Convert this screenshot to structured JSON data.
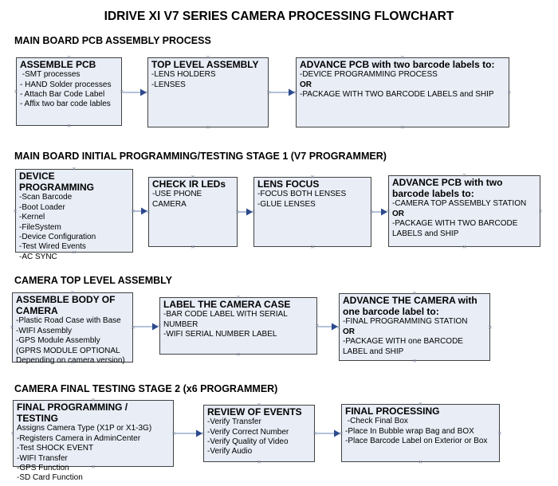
{
  "title": "IDRIVE XI V7 SERIES CAMERA PROCESSING FLOWCHART",
  "colors": {
    "box_fill": "#e8edf6",
    "box_border": "#424242",
    "arrow_line": "#9aadce",
    "arrow_head": "#2c4a8c",
    "connection_mark": "#7e889c"
  },
  "sections": [
    {
      "heading": "MAIN BOARD PCB ASSEMBLY PROCESS",
      "boxes": [
        {
          "title": "ASSEMBLE PCB",
          "lines": [
            " -SMT processes",
            "- HAND Solder processes",
            "- Attach Bar Code Label",
            "- Affix two bar code lables"
          ]
        },
        {
          "title": "TOP LEVEL ASSEMBLY",
          "lines": [
            "-LENS HOLDERS",
            "-LENSES"
          ]
        },
        {
          "title": "ADVANCE PCB with two barcode labels to:",
          "lines": [
            "-DEVICE PROGRAMMING PROCESS",
            "OR",
            "-PACKAGE WITH TWO BARCODE LABELS and SHIP"
          ]
        }
      ]
    },
    {
      "heading": "MAIN BOARD INITIAL PROGRAMMING/TESTING STAGE 1 (V7 PROGRAMMER)",
      "boxes": [
        {
          "title": "DEVICE PROGRAMMING",
          "lines": [
            "-Scan Barcode",
            "-Boot Loader",
            "-Kernel",
            "-FileSystem",
            "-Device Configuration",
            "-Test Wired Events",
            "-AC SYNC"
          ]
        },
        {
          "title": "CHECK IR LEDs",
          "lines": [
            "-USE PHONE CAMERA"
          ]
        },
        {
          "title": "LENS FOCUS",
          "lines": [
            "-FOCUS BOTH LENSES",
            "-GLUE LENSES"
          ]
        },
        {
          "title": "ADVANCE PCB with two barcode labels to:",
          "lines": [
            "-CAMERA TOP ASSEMBLY STATION",
            "OR",
            "-PACKAGE WITH TWO BARCODE LABELS and SHIP"
          ]
        }
      ]
    },
    {
      "heading": "CAMERA TOP LEVEL ASSEMBLY",
      "boxes": [
        {
          "title": "ASSEMBLE BODY OF CAMERA",
          "lines": [
            "-Plastic Road Case with Base",
            "-WIFI Assembly",
            "-GPS Module Assembly",
            "(GPRS MODULE OPTIONAL",
            "Depending on camera version)"
          ]
        },
        {
          "title": "LABEL THE CAMERA CASE",
          "lines": [
            "-BAR CODE LABEL WITH SERIAL NUMBER",
            "-WIFI SERIAL NUMBER LABEL"
          ]
        },
        {
          "title": "ADVANCE THE CAMERA with one barcode label to:",
          "lines": [
            "-FINAL PROGRAMMING STATION",
            "OR",
            "-PACKAGE WITH one BARCODE LABEL and SHIP"
          ]
        }
      ]
    },
    {
      "heading": "CAMERA FINAL TESTING STAGE 2 (x6 PROGRAMMER)",
      "boxes": [
        {
          "title": "FINAL PROGRAMMING / TESTING",
          "lines": [
            "Assigns Camera Type (X1P or X1-3G)",
            "-Registers Camera in AdminCenter",
            "-Test SHOCK EVENT",
            "-WIFI Transfer",
            "-GPS Function",
            "-SD Card Function"
          ]
        },
        {
          "title": "REVIEW OF EVENTS",
          "lines": [
            "-Verify Transfer",
            "-Verify Correct Number",
            "-Verify Quality of Video",
            "-Verify Audio"
          ]
        },
        {
          "title": "FINAL PROCESSING",
          "lines": [
            " -Check Final Box",
            "-Place In Bubble wrap Bag and BOX",
            "-Place Barcode Label on Exterior or Box"
          ]
        }
      ]
    }
  ]
}
